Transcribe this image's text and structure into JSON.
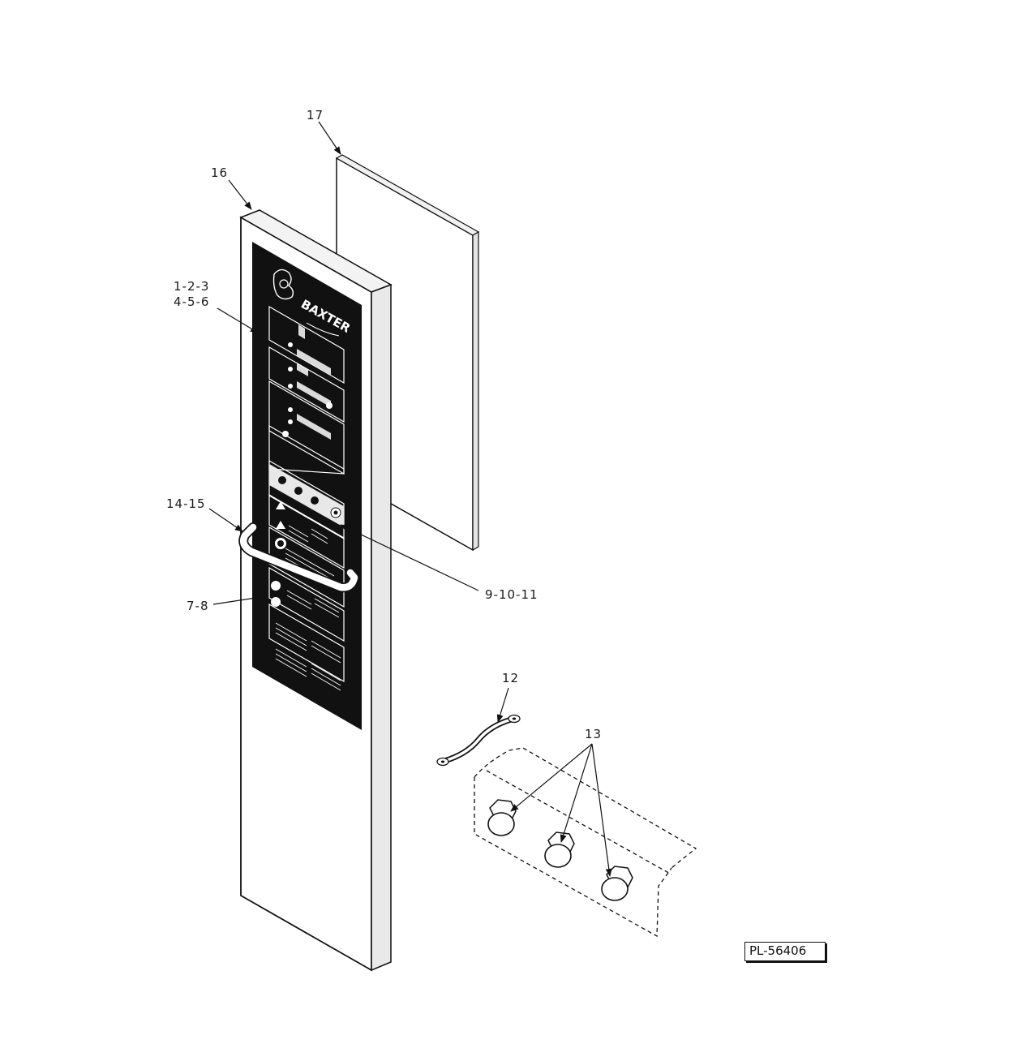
{
  "diagram": {
    "part_number": "PL-56406",
    "brand_logo_text": "BAXTER",
    "callouts": {
      "c17": "17",
      "c16": "16",
      "c1_3": "1-2-3",
      "c4_6": "4-5-6",
      "c14_15": "14-15",
      "c9_11": "9-10-11",
      "c7_8": "7-8",
      "c12": "12",
      "c13": "13"
    }
  }
}
